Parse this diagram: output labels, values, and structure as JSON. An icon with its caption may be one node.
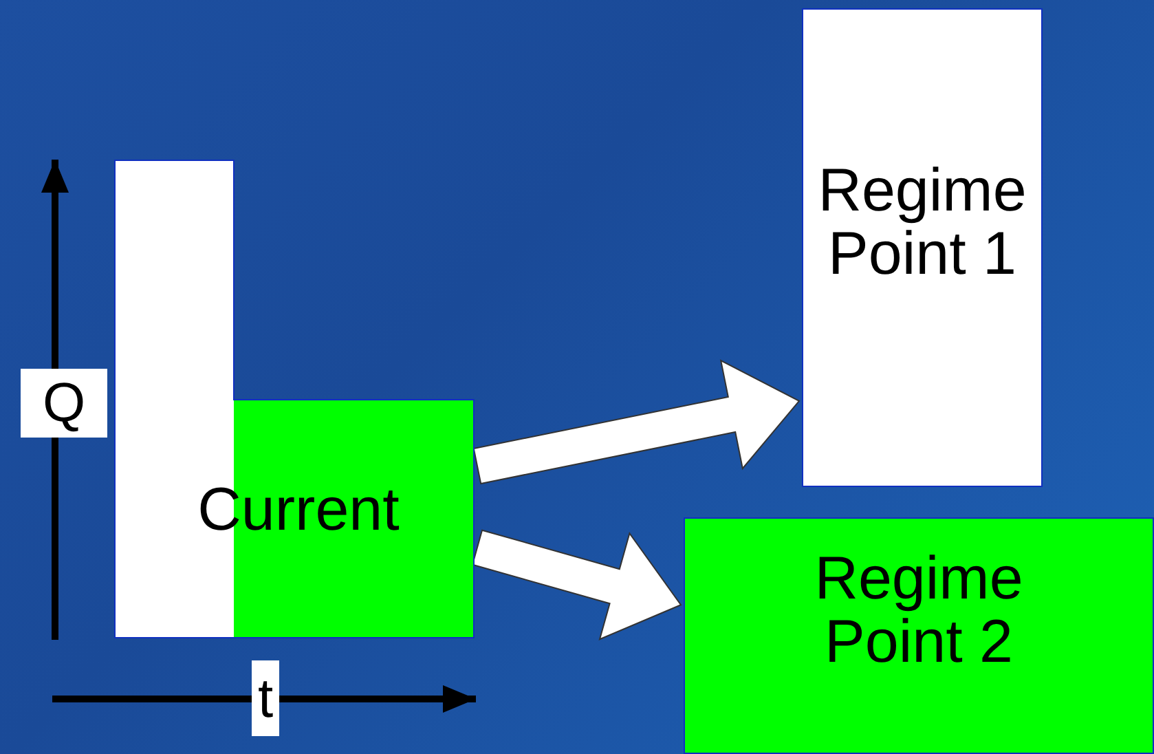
{
  "diagram": {
    "nodes": [
      {
        "text": [
          "Current"
        ]
      },
      {
        "text": [
          "Regime Point 1"
        ]
      },
      {
        "text": [
          "Regime Point 2"
        ]
      }
    ],
    "edges": [
      {
        "from": 0,
        "to": 1,
        "arrow": "to"
      },
      {
        "from": 0,
        "to": 2,
        "arrow": "to"
      }
    ],
    "labels": [
      "Q",
      "t"
    ]
  }
}
